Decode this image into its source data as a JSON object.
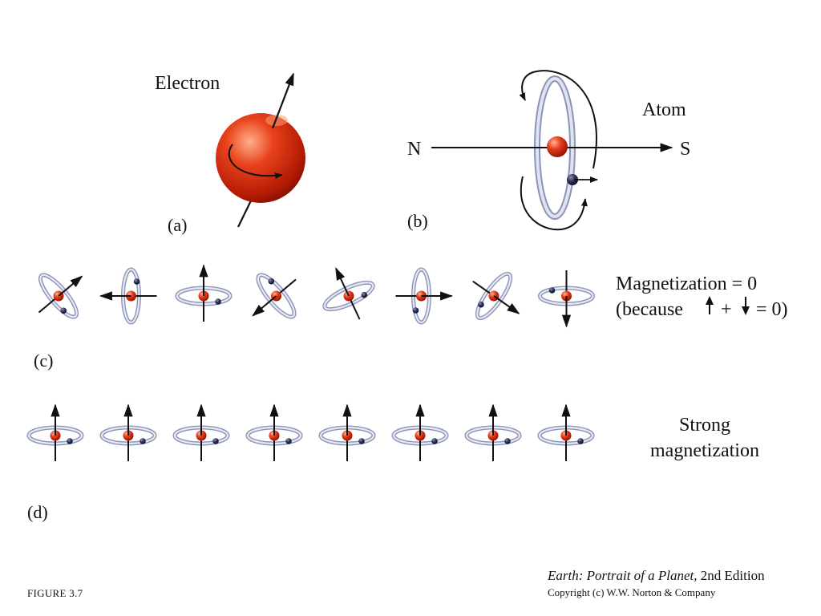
{
  "panel_a": {
    "label": "(a)",
    "title": "Electron"
  },
  "panel_b": {
    "label": "(b)",
    "title": "Atom",
    "north": "N",
    "south": "S"
  },
  "panel_c": {
    "label": "(c)",
    "caption_line1": "Magnetization = 0",
    "caption_before": "(because ",
    "caption_plus": "+",
    "caption_after": "= 0)"
  },
  "panel_d": {
    "label": "(d)",
    "caption_line1": "Strong",
    "caption_line2": "magnetization"
  },
  "footer": {
    "figure_number": "FIGURE 3.7",
    "book_title": "Earth: Portrait of a Planet,",
    "edition": "2nd Edition",
    "copyright": "Copyright (c) W.W. Norton & Company"
  },
  "colors": {
    "nucleus": "#cc2a0a",
    "orbit": "#b8bfd6",
    "electron": "#1c2340",
    "arrow": "#111111"
  },
  "icons": [
    "electron-sphere-icon",
    "atom-icon",
    "spin-arrow-icon"
  ],
  "random_atoms": {
    "count": 8,
    "direction_angles_deg": [
      -40,
      180,
      -90,
      140,
      -115,
      0,
      35,
      90
    ]
  },
  "aligned_atoms": {
    "count": 8,
    "direction_angles_deg": [
      -90,
      -90,
      -90,
      -90,
      -90,
      -90,
      -90,
      -90
    ]
  }
}
